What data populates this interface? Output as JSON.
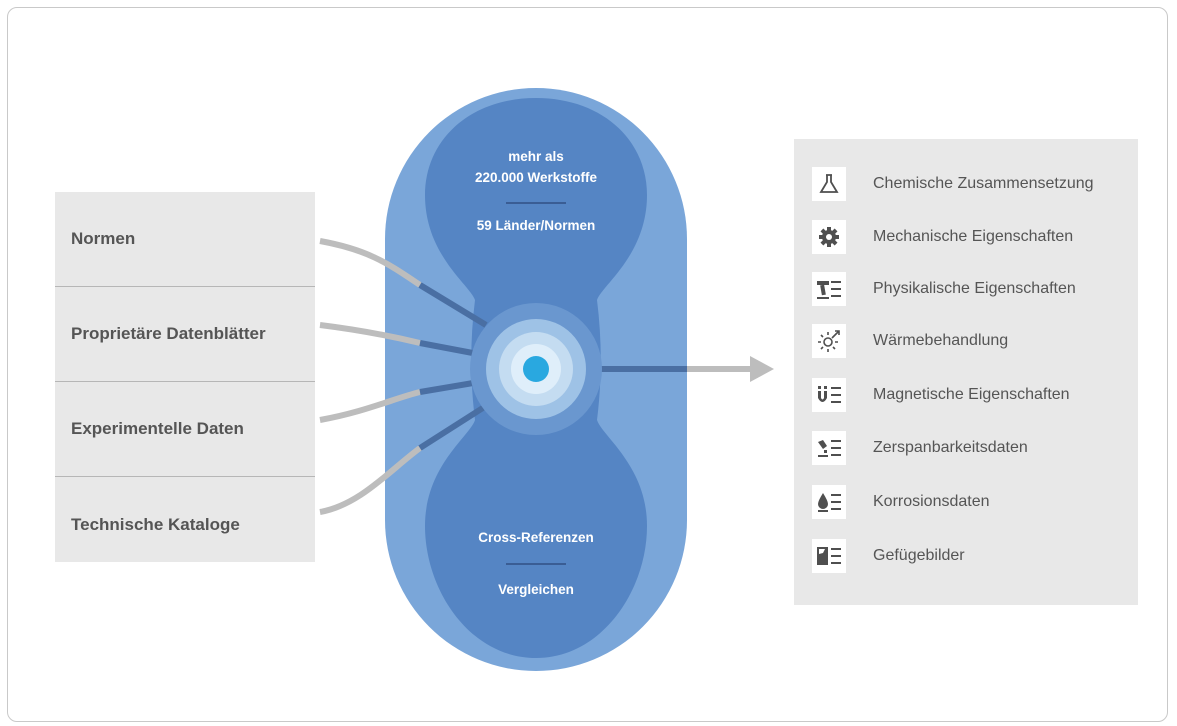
{
  "sources": [
    {
      "label": "Normen"
    },
    {
      "label": "Proprietäre Datenblätter"
    },
    {
      "label": "Experimentelle Daten"
    },
    {
      "label": "Technische Kataloge"
    }
  ],
  "center": {
    "top_line1": "mehr als",
    "top_line2": "220.000  Werkstoffe",
    "top_line3": "59 Länder/Normen",
    "bottom_line1": "Cross-Referenzen",
    "bottom_line2": "Vergleichen"
  },
  "outputs": [
    {
      "label": "Chemische Zusammensetzung",
      "icon": "flask-icon"
    },
    {
      "label": "Mechanische Eigenschaften",
      "icon": "gear-icon"
    },
    {
      "label": "Physikalische Eigenschaften",
      "icon": "hammer-list-icon"
    },
    {
      "label": "Wärmebehandlung",
      "icon": "sun-arrow-icon"
    },
    {
      "label": "Magnetische Eigenschaften",
      "icon": "magnet-list-icon"
    },
    {
      "label": "Zerspanbarkeitsdaten",
      "icon": "drill-list-icon"
    },
    {
      "label": "Korrosionsdaten",
      "icon": "drop-list-icon"
    },
    {
      "label": "Gefügebilder",
      "icon": "microstructure-list-icon"
    }
  ],
  "colors": {
    "outer_blob": "#7aa6d9",
    "inner_blob": "#5585c4",
    "connector": "#bdbdbd",
    "core": "#29a8e0",
    "panel": "#e8e8e8",
    "icon": "#4f4f4f"
  }
}
